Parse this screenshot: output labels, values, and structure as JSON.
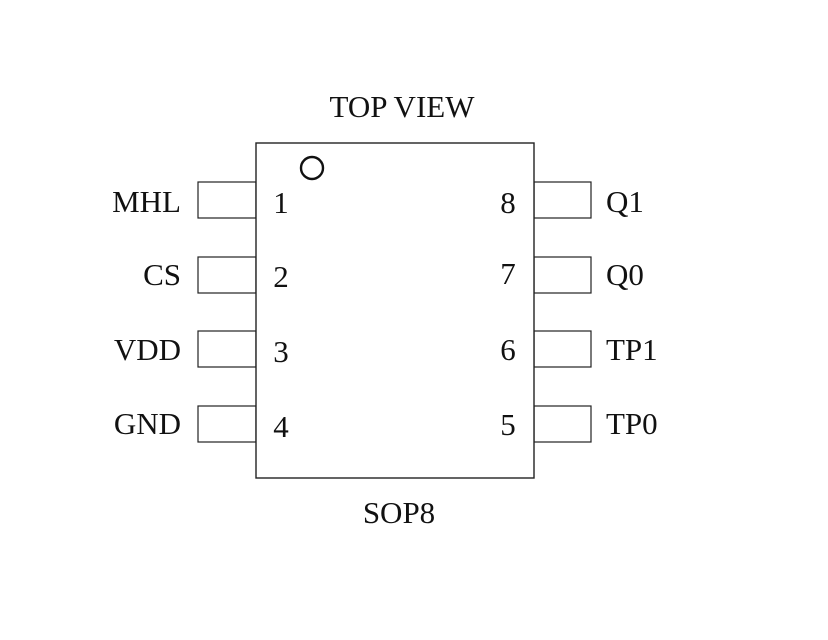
{
  "top_title": "TOP VIEW",
  "package_label": "SOP8",
  "pins": [
    {
      "number": "1",
      "name": "MHL"
    },
    {
      "number": "2",
      "name": "CS"
    },
    {
      "number": "3",
      "name": "VDD"
    },
    {
      "number": "4",
      "name": "GND"
    },
    {
      "number": "5",
      "name": "TP0"
    },
    {
      "number": "6",
      "name": "TP1"
    },
    {
      "number": "7",
      "name": "Q0"
    },
    {
      "number": "8",
      "name": "Q1"
    }
  ],
  "colors": {
    "stroke": "#222222",
    "text": "#111111",
    "background": "#ffffff"
  }
}
